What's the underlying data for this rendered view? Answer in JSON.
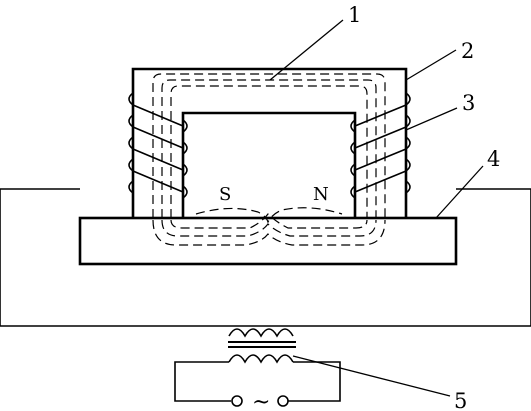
{
  "diagram": {
    "labels": {
      "one": "1",
      "two": "2",
      "three": "3",
      "four": "4",
      "five": "5"
    },
    "poles": {
      "south": "S",
      "north": "N"
    },
    "ac_source_symbol": "~"
  }
}
